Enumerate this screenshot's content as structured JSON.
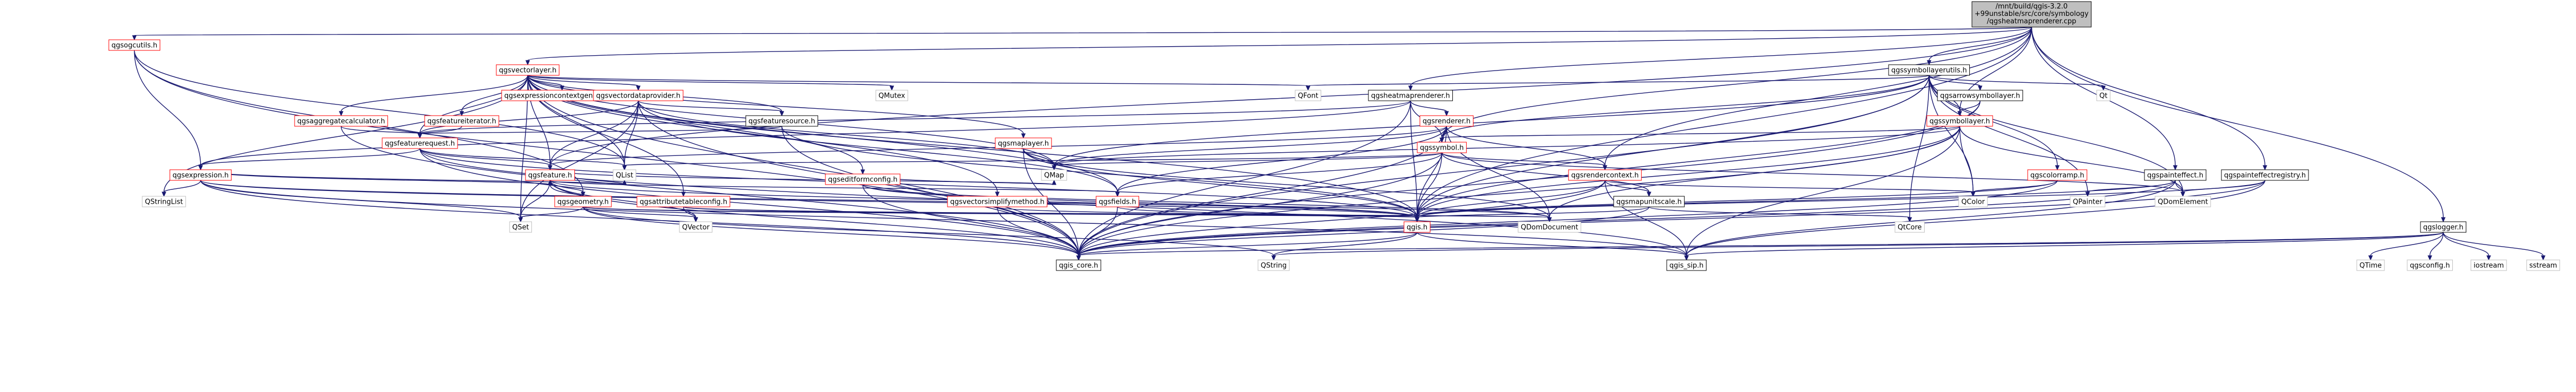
{
  "title": "/mnt/build/qgis-3.2.0+99unstable/src/core/symbology/qgsheatmaprenderer.cpp",
  "colors": {
    "edge": "#191970",
    "red_border": "#ff0000",
    "black_border": "#000000",
    "grey_border": "#bfbfbf",
    "root_fill": "#bfbfbf",
    "node_fill": "#ffffff",
    "ext_fill": "#ffffff"
  },
  "nodes": [
    {
      "id": "root",
      "lines": [
        "/mnt/build/qgis-3.2.0",
        "+99unstable/src/core/symbology",
        "/qgsheatmaprenderer.cpp"
      ],
      "style": "root"
    },
    {
      "id": "qgsogcutils",
      "lines": [
        "qgsogcutils.h"
      ],
      "style": "red"
    },
    {
      "id": "qgsvectorlayer",
      "lines": [
        "qgsvectorlayer.h"
      ],
      "style": "red"
    },
    {
      "id": "qgssymbollayerutils",
      "lines": [
        "qgssymbollayerutils.h"
      ],
      "style": "black"
    },
    {
      "id": "qgsheatmaprenderer",
      "lines": [
        "qgsheatmaprenderer.h"
      ],
      "style": "black"
    },
    {
      "id": "qgsexpressioncontextgenerator",
      "lines": [
        "qgsexpressioncontextgenerator.h"
      ],
      "style": "red"
    },
    {
      "id": "qgsvectordataprovider",
      "lines": [
        "qgsvectordataprovider.h"
      ],
      "style": "red"
    },
    {
      "id": "qgsfeaturesource",
      "lines": [
        "qgsfeaturesource.h"
      ],
      "style": "black"
    },
    {
      "id": "qgsaggregatecalculator",
      "lines": [
        "qgsaggregatecalculator.h"
      ],
      "style": "red"
    },
    {
      "id": "qgsfeatureiterator",
      "lines": [
        "qgsfeatureiterator.h"
      ],
      "style": "red"
    },
    {
      "id": "qgsfeaturerequest",
      "lines": [
        "qgsfeaturerequest.h"
      ],
      "style": "red"
    },
    {
      "id": "qgsexpression",
      "lines": [
        "qgsexpression.h"
      ],
      "style": "red"
    },
    {
      "id": "qgsfeature",
      "lines": [
        "qgsfeature.h"
      ],
      "style": "red"
    },
    {
      "id": "qgsgeometry",
      "lines": [
        "qgsgeometry.h"
      ],
      "style": "red"
    },
    {
      "id": "qgsattributetableconfig",
      "lines": [
        "qgsattributetableconfig.h"
      ],
      "style": "red"
    },
    {
      "id": "qgseditformconfig",
      "lines": [
        "qgseditformconfig.h"
      ],
      "style": "red"
    },
    {
      "id": "qgsmaplayer",
      "lines": [
        "qgsmaplayer.h"
      ],
      "style": "red"
    },
    {
      "id": "qgsvectorsimplifymethod",
      "lines": [
        "qgsvectorsimplifymethod.h"
      ],
      "style": "red"
    },
    {
      "id": "qgsfields",
      "lines": [
        "qgsfields.h"
      ],
      "style": "red"
    },
    {
      "id": "qgsrenderer",
      "lines": [
        "qgsrenderer.h"
      ],
      "style": "red"
    },
    {
      "id": "qgssymbol",
      "lines": [
        "qgssymbol.h"
      ],
      "style": "red"
    },
    {
      "id": "qgsrendercontext",
      "lines": [
        "qgsrendercontext.h"
      ],
      "style": "red"
    },
    {
      "id": "qgsmapunitscale",
      "lines": [
        "qgsmapunitscale.h"
      ],
      "style": "black"
    },
    {
      "id": "qgsarrowsymbollayer",
      "lines": [
        "qgsarrowsymbollayer.h"
      ],
      "style": "black"
    },
    {
      "id": "qgssymbollayer",
      "lines": [
        "qgssymbollayer.h"
      ],
      "style": "red"
    },
    {
      "id": "qgscolorramp",
      "lines": [
        "qgscolorramp.h"
      ],
      "style": "red"
    },
    {
      "id": "qgspainteffect",
      "lines": [
        "qgspainteffect.h"
      ],
      "style": "black"
    },
    {
      "id": "qgspainteffectregistry",
      "lines": [
        "qgspainteffectregistry.h"
      ],
      "style": "black"
    },
    {
      "id": "qgslogger",
      "lines": [
        "qgslogger.h"
      ],
      "style": "black"
    },
    {
      "id": "qgis",
      "lines": [
        "qgis.h"
      ],
      "style": "red"
    },
    {
      "id": "qgis_core",
      "lines": [
        "qgis_core.h"
      ],
      "style": "ext"
    },
    {
      "id": "qgis_sip",
      "lines": [
        "qgis_sip.h"
      ],
      "style": "black"
    },
    {
      "id": "QMutex",
      "lines": [
        "QMutex"
      ],
      "style": "grey"
    },
    {
      "id": "QFont",
      "lines": [
        "QFont"
      ],
      "style": "grey"
    },
    {
      "id": "Qt",
      "lines": [
        "Qt"
      ],
      "style": "grey"
    },
    {
      "id": "QMap",
      "lines": [
        "QMap"
      ],
      "style": "grey"
    },
    {
      "id": "QList",
      "lines": [
        "QList"
      ],
      "style": "grey"
    },
    {
      "id": "QStringList",
      "lines": [
        "QStringList"
      ],
      "style": "grey"
    },
    {
      "id": "QSet",
      "lines": [
        "QSet"
      ],
      "style": "grey"
    },
    {
      "id": "QVector",
      "lines": [
        "QVector"
      ],
      "style": "grey"
    },
    {
      "id": "QColor",
      "lines": [
        "QColor"
      ],
      "style": "grey"
    },
    {
      "id": "QPainter",
      "lines": [
        "QPainter"
      ],
      "style": "grey"
    },
    {
      "id": "QDomElement",
      "lines": [
        "QDomElement"
      ],
      "style": "grey"
    },
    {
      "id": "QtCore",
      "lines": [
        "QtCore"
      ],
      "style": "grey"
    },
    {
      "id": "QDomDocument",
      "lines": [
        "QDomDocument"
      ],
      "style": "grey"
    },
    {
      "id": "QString",
      "lines": [
        "QString"
      ],
      "style": "grey"
    },
    {
      "id": "QTime",
      "lines": [
        "QTime"
      ],
      "style": "grey"
    },
    {
      "id": "qgsconfig",
      "lines": [
        "qgsconfig.h"
      ],
      "style": "grey"
    },
    {
      "id": "iostream",
      "lines": [
        "iostream"
      ],
      "style": "grey"
    },
    {
      "id": "sstream",
      "lines": [
        "sstream"
      ],
      "style": "grey"
    }
  ],
  "edges": [
    [
      "root",
      "qgsogcutils"
    ],
    [
      "root",
      "qgsvectorlayer"
    ],
    [
      "root",
      "qgssymbollayerutils"
    ],
    [
      "root",
      "qgsheatmaprenderer"
    ],
    [
      "root",
      "qgsfeature"
    ],
    [
      "root",
      "qgssymbol"
    ],
    [
      "root",
      "qgsrendercontext"
    ],
    [
      "root",
      "qgssymbollayer"
    ],
    [
      "root",
      "qgspainteffect"
    ],
    [
      "root",
      "qgspainteffectregistry"
    ],
    [
      "root",
      "qgslogger"
    ],
    [
      "root",
      "qgis"
    ],
    [
      "qgsogcutils",
      "qgsexpression"
    ],
    [
      "qgsogcutils",
      "qgsgeometry"
    ],
    [
      "qgsogcutils",
      "QList"
    ],
    [
      "qgsogcutils",
      "qgis_core"
    ],
    [
      "qgsvectorlayer",
      "qgsexpressioncontextgenerator"
    ],
    [
      "qgsvectorlayer",
      "qgsvectordataprovider"
    ],
    [
      "qgsvectorlayer",
      "qgsfeaturesource"
    ],
    [
      "qgsvectorlayer",
      "qgsaggregatecalculator"
    ],
    [
      "qgsvectorlayer",
      "qgsfeatureiterator"
    ],
    [
      "qgsvectorlayer",
      "qgsfeaturerequest"
    ],
    [
      "qgsvectorlayer",
      "qgseditformconfig"
    ],
    [
      "qgsvectorlayer",
      "qgsmaplayer"
    ],
    [
      "qgsvectorlayer",
      "qgsattributetableconfig"
    ],
    [
      "qgsvectorlayer",
      "qgsvectorsimplifymethod"
    ],
    [
      "qgsvectorlayer",
      "qgsfields"
    ],
    [
      "qgsvectorlayer",
      "QMutex"
    ],
    [
      "qgsvectorlayer",
      "QFont"
    ],
    [
      "qgsvectorlayer",
      "QMap"
    ],
    [
      "qgsvectorlayer",
      "QStringList"
    ],
    [
      "qgsvectorlayer",
      "qgis"
    ],
    [
      "qgsvectorlayer",
      "qgis_core"
    ],
    [
      "qgsvectorlayer",
      "qgsfeature"
    ],
    [
      "qgsvectorlayer",
      "QSet"
    ],
    [
      "qgsvectorlayer",
      "QList"
    ],
    [
      "qgssymbollayerutils",
      "QFont"
    ],
    [
      "qgssymbollayerutils",
      "Qt"
    ],
    [
      "qgssymbollayerutils",
      "qgsarrowsymbollayer"
    ],
    [
      "qgssymbollayerutils",
      "qgssymbollayer"
    ],
    [
      "qgssymbollayerutils",
      "qgscolorramp"
    ],
    [
      "qgssymbollayerutils",
      "QColor"
    ],
    [
      "qgssymbollayerutils",
      "QPainter"
    ],
    [
      "qgssymbollayerutils",
      "QDomElement"
    ],
    [
      "qgssymbollayerutils",
      "qgis"
    ],
    [
      "qgssymbollayerutils",
      "qgis_core"
    ],
    [
      "qgssymbollayerutils",
      "QMap"
    ],
    [
      "qgssymbollayerutils",
      "QtCore"
    ],
    [
      "qgssymbollayerutils",
      "qgssymbol"
    ],
    [
      "qgsheatmaprenderer",
      "qgsrenderer"
    ],
    [
      "qgsheatmaprenderer",
      "qgssymbol"
    ],
    [
      "qgsheatmaprenderer",
      "qgis"
    ],
    [
      "qgsheatmaprenderer",
      "qgis_core"
    ],
    [
      "qgsheatmaprenderer",
      "qgsexpression"
    ],
    [
      "qgsheatmaprenderer",
      "qgsfeaturerequest"
    ],
    [
      "qgsvectordataprovider",
      "qgsfeaturerequest"
    ],
    [
      "qgsvectordataprovider",
      "qgsfeature"
    ],
    [
      "qgsvectordataprovider",
      "qgsfields"
    ],
    [
      "qgsvectordataprovider",
      "QSet"
    ],
    [
      "qgsvectordataprovider",
      "QMap"
    ],
    [
      "qgsvectordataprovider",
      "QList"
    ],
    [
      "qgsvectordataprovider",
      "qgis_core"
    ],
    [
      "qgsvectordataprovider",
      "qgsfeaturesource"
    ],
    [
      "qgsfeaturesource",
      "qgsfeaturerequest"
    ],
    [
      "qgsfeaturesource",
      "qgis_core"
    ],
    [
      "qgsfeaturesource",
      "qgis"
    ],
    [
      "qgsaggregatecalculator",
      "qgis_core"
    ],
    [
      "qgsaggregatecalculator",
      "qgsfeaturerequest"
    ],
    [
      "qgsfeatureiterator",
      "qgsfeaturerequest"
    ],
    [
      "qgsfeaturerequest",
      "qgsfeature"
    ],
    [
      "qgsfeaturerequest",
      "qgsexpression"
    ],
    [
      "qgsfeaturerequest",
      "QList"
    ],
    [
      "qgsfeaturerequest",
      "qgis_core"
    ],
    [
      "qgsfeaturerequest",
      "qgis_sip"
    ],
    [
      "qgsfeaturerequest",
      "qgis"
    ],
    [
      "qgsexpression",
      "QStringList"
    ],
    [
      "qgsexpression",
      "QList"
    ],
    [
      "qgsexpression",
      "QSet"
    ],
    [
      "qgsexpression",
      "qgis_core"
    ],
    [
      "qgsexpression",
      "qgis"
    ],
    [
      "qgsexpression",
      "QDomDocument"
    ],
    [
      "qgsexpression",
      "qgis_sip"
    ],
    [
      "qgsexpression",
      "qgsfeature"
    ],
    [
      "qgsfeature",
      "qgsgeometry"
    ],
    [
      "qgsfeature",
      "qgsfields"
    ],
    [
      "qgsfeature",
      "QList"
    ],
    [
      "qgsfeature",
      "QMap"
    ],
    [
      "qgsfeature",
      "QSet"
    ],
    [
      "qgsfeature",
      "QVector"
    ],
    [
      "qgsfeature",
      "qgis_core"
    ],
    [
      "qgsfeature",
      "qgis"
    ],
    [
      "qgsgeometry",
      "qgsfeature"
    ],
    [
      "qgsgeometry",
      "QSet"
    ],
    [
      "qgsgeometry",
      "QVector"
    ],
    [
      "qgsgeometry",
      "QDomDocument"
    ],
    [
      "qgsgeometry",
      "qgis"
    ],
    [
      "qgsgeometry",
      "qgis_core"
    ],
    [
      "qgsgeometry",
      "QString"
    ],
    [
      "qgsattributetableconfig",
      "QVector"
    ],
    [
      "qgsattributetableconfig",
      "qgis"
    ],
    [
      "qgsattributetableconfig",
      "QDomDocument"
    ],
    [
      "qgseditformconfig",
      "QMap"
    ],
    [
      "qgseditformconfig",
      "qgis"
    ],
    [
      "qgseditformconfig",
      "qgis_core"
    ],
    [
      "qgseditformconfig",
      "QDomDocument"
    ],
    [
      "qgsmaplayer",
      "qgis"
    ],
    [
      "qgsmaplayer",
      "qgis_core"
    ],
    [
      "qgsmaplayer",
      "QDomDocument"
    ],
    [
      "qgsmaplayer",
      "QMap"
    ],
    [
      "qgsvectorsimplifymethod",
      "qgis"
    ],
    [
      "qgsvectorsimplifymethod",
      "qgis_core"
    ],
    [
      "qgsfields",
      "qgis"
    ],
    [
      "qgsfields",
      "qgis_core"
    ],
    [
      "qgsrenderer",
      "qgssymbol"
    ],
    [
      "qgsrenderer",
      "qgsrendercontext"
    ],
    [
      "qgsrenderer",
      "qgsfields"
    ],
    [
      "qgsrenderer",
      "QDomDocument"
    ],
    [
      "qgsrenderer",
      "QMap"
    ],
    [
      "qgsrenderer",
      "qgis"
    ],
    [
      "qgsrenderer",
      "qgis_core"
    ],
    [
      "qgsrenderer",
      "qgsfeature"
    ],
    [
      "qgssymbol",
      "qgsrendercontext"
    ],
    [
      "qgssymbol",
      "qgsmapunitscale"
    ],
    [
      "qgssymbol",
      "qgsfields"
    ],
    [
      "qgssymbol",
      "QMap"
    ],
    [
      "qgssymbol",
      "qgis"
    ],
    [
      "qgssymbol",
      "qgis_core"
    ],
    [
      "qgssymbol",
      "QList"
    ],
    [
      "qgssymbol",
      "QDomElement"
    ],
    [
      "qgsrendercontext",
      "QColor"
    ],
    [
      "qgsrendercontext",
      "qgsmapunitscale"
    ],
    [
      "qgsrendercontext",
      "qgis"
    ],
    [
      "qgsrendercontext",
      "qgis_core"
    ],
    [
      "qgsrendercontext",
      "qgis_sip"
    ],
    [
      "qgsmapunitscale",
      "QtCore"
    ],
    [
      "qgsmapunitscale",
      "qgis_core"
    ],
    [
      "qgsmapunitscale",
      "qgis"
    ],
    [
      "qgsarrowsymbollayer",
      "qgssymbollayer"
    ],
    [
      "qgsarrowsymbollayer",
      "qgis_core"
    ],
    [
      "qgsarrowsymbollayer",
      "qgis"
    ],
    [
      "qgssymbollayer",
      "qgssymbol"
    ],
    [
      "qgssymbollayer",
      "QColor"
    ],
    [
      "qgssymbollayer",
      "QMap"
    ],
    [
      "qgssymbollayer",
      "QDomDocument"
    ],
    [
      "qgssymbollayer",
      "QDomElement"
    ],
    [
      "qgssymbollayer",
      "qgis"
    ],
    [
      "qgssymbollayer",
      "qgis_core"
    ],
    [
      "qgssymbollayer",
      "qgis_sip"
    ],
    [
      "qgscolorramp",
      "QColor"
    ],
    [
      "qgscolorramp",
      "qgis"
    ],
    [
      "qgscolorramp",
      "qgis_core"
    ],
    [
      "qgspainteffect",
      "QPainter"
    ],
    [
      "qgspainteffect",
      "QDomElement"
    ],
    [
      "qgspainteffect",
      "qgis"
    ],
    [
      "qgspainteffect",
      "qgis_core"
    ],
    [
      "qgspainteffect",
      "qgis_sip"
    ],
    [
      "qgspainteffectregistry",
      "QDomElement"
    ],
    [
      "qgspainteffectregistry",
      "qgis"
    ],
    [
      "qgspainteffectregistry",
      "qgis_core"
    ],
    [
      "qgspainteffectregistry",
      "qgis_sip"
    ],
    [
      "qgslogger",
      "QString"
    ],
    [
      "qgslogger",
      "QTime"
    ],
    [
      "qgslogger",
      "qgsconfig"
    ],
    [
      "qgslogger",
      "iostream"
    ],
    [
      "qgslogger",
      "sstream"
    ],
    [
      "qgslogger",
      "qgis_core"
    ],
    [
      "qgslogger",
      "qgis_sip"
    ],
    [
      "qgis",
      "QString"
    ],
    [
      "qgis",
      "qgis_core"
    ],
    [
      "qgis",
      "qgis_sip"
    ]
  ]
}
